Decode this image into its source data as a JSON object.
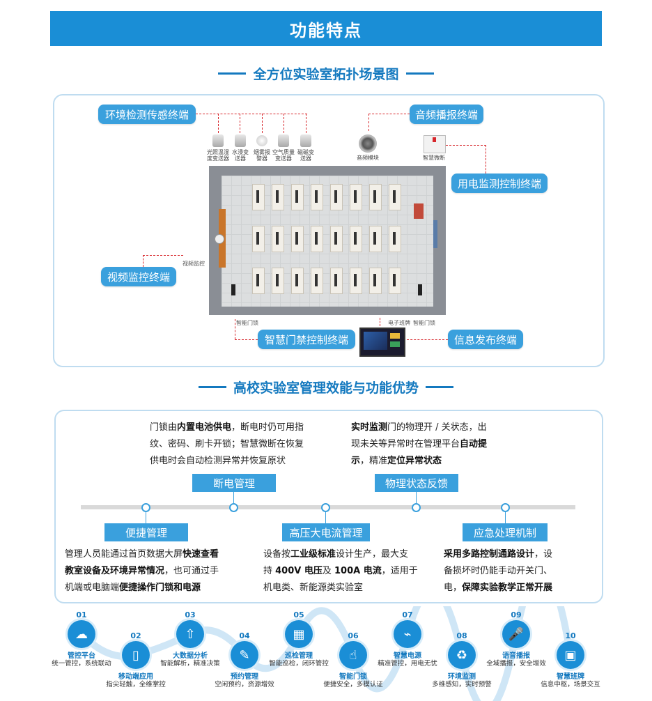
{
  "header": {
    "title": "功能特点"
  },
  "topology": {
    "section_title": "全方位实验室拓扑场景图",
    "tags": {
      "env": "环境检测传感终端",
      "audio": "音频播报终端",
      "power": "用电监测控制终端",
      "video": "视频监控终端",
      "door": "智慧门禁控制终端",
      "info": "信息发布终端"
    },
    "devices": {
      "d1": "光照温湿度变送器",
      "d2": "水浸变送器",
      "d3": "烟雾报警器",
      "d4": "空气质量变送器",
      "d5": "磁磁变送器",
      "audio_module": "音频模块",
      "breaker": "智慧微断",
      "video_label": "视频监控",
      "door_label": "智能门锁",
      "board_label": "电子班牌",
      "door_label2": "智能门锁"
    }
  },
  "advantages": {
    "section_title": "高校实验室管理效能与功能优势",
    "power_text": "门锁由内置电池供电，断电时仍可用指纹、密码、刷卡开锁；智慧微断在恢复供电时会自动检测异常并恢复原状",
    "power_text_bold": "内置电池供电",
    "power_parts": [
      "门锁由",
      "内置电池供电",
      "，断电时仍可用指",
      "纹、密码、刷卡开锁；智慧微断在恢复",
      "供电时会自动检测异常并恢复原状"
    ],
    "status_parts": [
      "实时监测",
      "门的物理开 / 关状态，出",
      "现未关等异常时在管理平台",
      "自动提",
      "示",
      "，精准",
      "定位异常状态"
    ],
    "labels": {
      "power_mgmt": "断电管理",
      "status_feedback": "物理状态反馈",
      "convenient": "便捷管理",
      "high_voltage": "高压大电流管理",
      "emergency": "应急处理机制"
    },
    "convenient_parts": [
      "管理人员能通过首页数据大屏",
      "快速查看",
      "教室设备及环境异常情况",
      "，也可通过手",
      "机端或电脑端",
      "便捷操作门锁和电源"
    ],
    "hv_parts": [
      "设备按",
      "工业级标准",
      "设计生产，最大支",
      "持 ",
      "400V 电压",
      "及 ",
      "100A 电流",
      "，适用于",
      "机电类、新能源类实验室"
    ],
    "emergency_parts": [
      "采用多路控制通路设计",
      "，设",
      "备损坏时仍能手动开关门、",
      "电，",
      "保障实验教学正常开展"
    ]
  },
  "features": [
    {
      "num": "01",
      "label": "管控平台",
      "desc": "统一管控，系统联动",
      "icon": "cloud-devices-icon"
    },
    {
      "num": "02",
      "label": "移动端应用",
      "desc": "指尖轻触，全维掌控",
      "icon": "mobile-icon"
    },
    {
      "num": "03",
      "label": "大数据分析",
      "desc": "智能解析，精准决策",
      "icon": "cloud-upload-icon"
    },
    {
      "num": "04",
      "label": "预约管理",
      "desc": "空闲预约，资源增效",
      "icon": "clipboard-icon"
    },
    {
      "num": "05",
      "label": "巡检管理",
      "desc": "智能巡检，闭环管控",
      "icon": "scan-icon"
    },
    {
      "num": "06",
      "label": "智能门锁",
      "desc": "便捷安全，多模认证",
      "icon": "fingerprint-icon"
    },
    {
      "num": "07",
      "label": "智慧电源",
      "desc": "精准管控，用电无忧",
      "icon": "circuit-icon"
    },
    {
      "num": "08",
      "label": "环境监测",
      "desc": "多维感知，实时预警",
      "icon": "recycle-icon"
    },
    {
      "num": "09",
      "label": "语音播报",
      "desc": "全域播报，安全增效",
      "icon": "microphone-icon"
    },
    {
      "num": "10",
      "label": "智慧班牌",
      "desc": "信息中枢，场景交互",
      "icon": "display-board-icon"
    }
  ],
  "colors": {
    "primary": "#1a8ed6",
    "tag": "#3aa0dd",
    "connector": "#d7262b"
  }
}
